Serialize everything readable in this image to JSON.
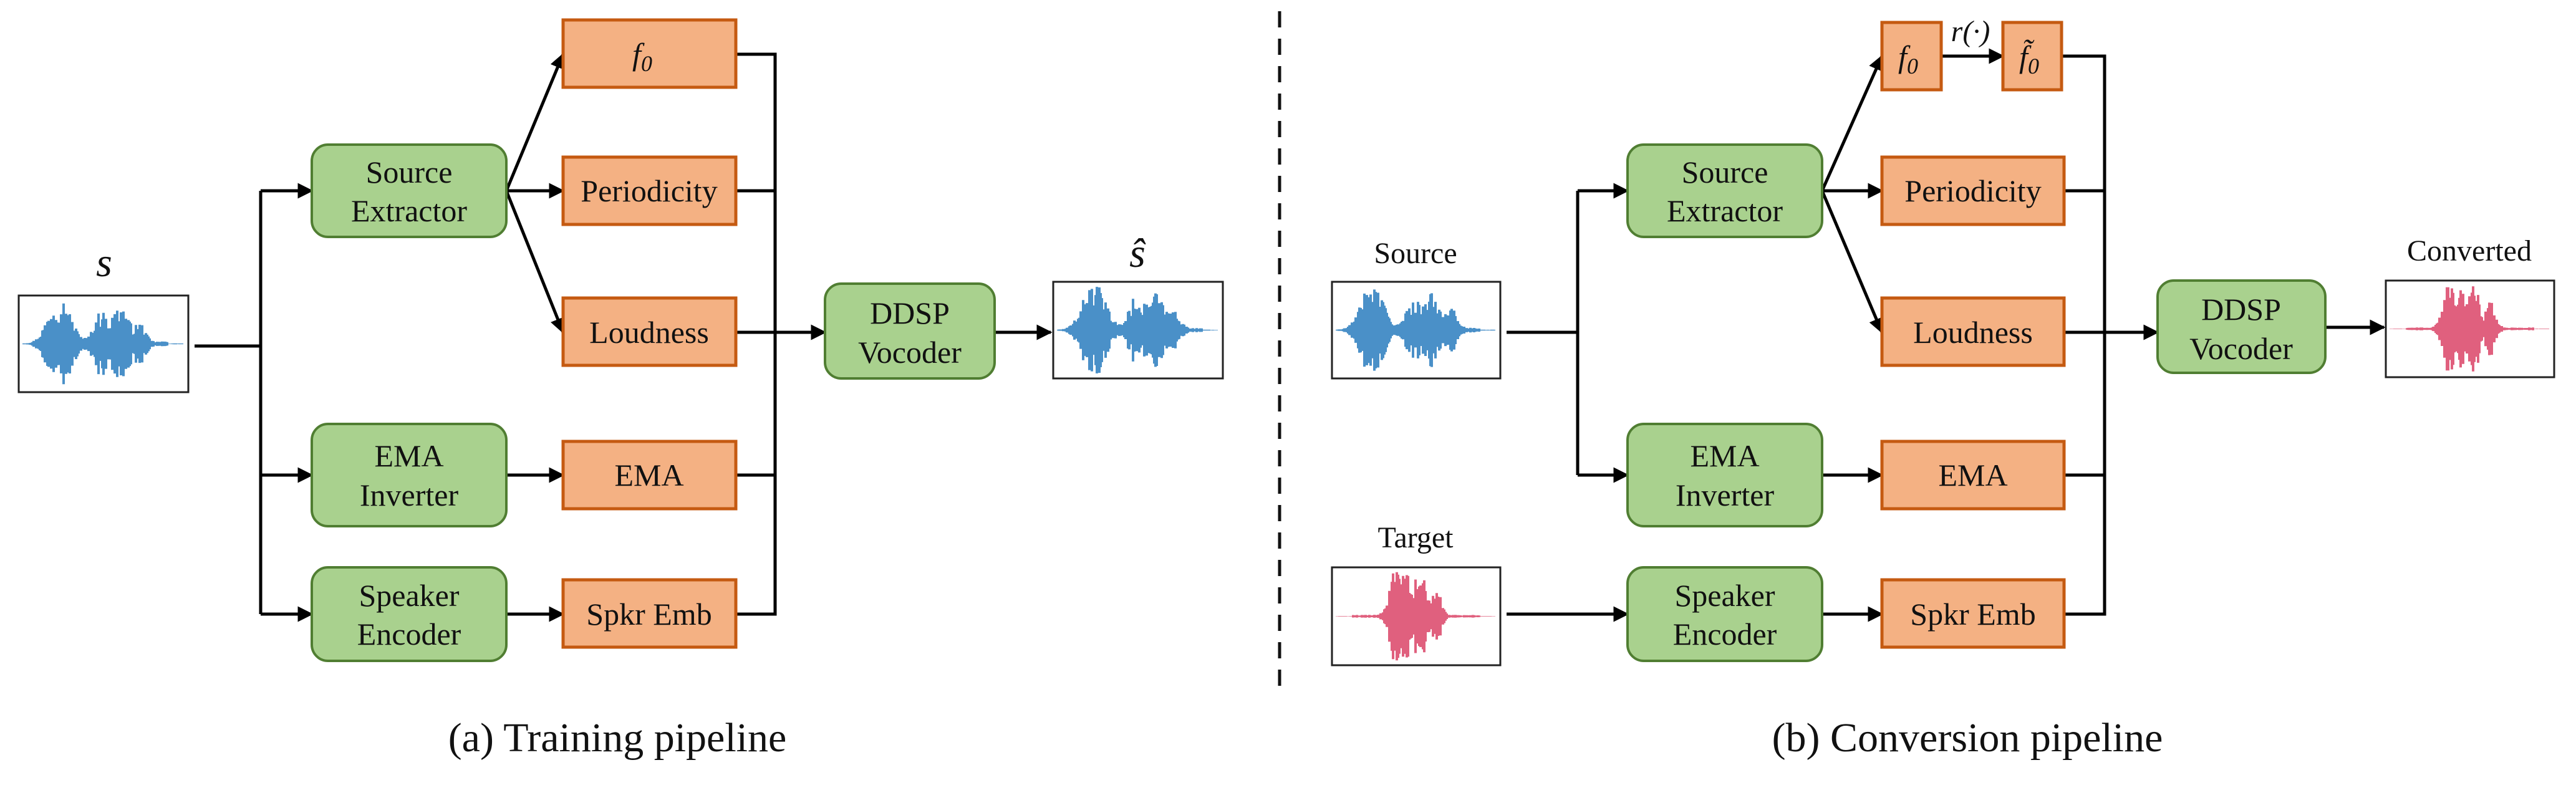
{
  "colors": {
    "module_fill": "#a9d18e",
    "module_border": "#507e32",
    "feature_fill": "#f4b183",
    "feature_border": "#c55a11",
    "source_waveform": "#4a90c8",
    "target_waveform": "#e0607e",
    "divider": "#111111"
  },
  "training": {
    "caption": "(a) Training pipeline",
    "input_label": "s",
    "output_label": "ŝ",
    "source_extractor": [
      "Source",
      "Extractor"
    ],
    "ema_inverter": [
      "EMA",
      "Inverter"
    ],
    "speaker_encoder": [
      "Speaker",
      "Encoder"
    ],
    "f0": {
      "base": "f",
      "sub": "0"
    },
    "periodicity": "Periodicity",
    "loudness": "Loudness",
    "ema": "EMA",
    "spkr_emb": "Spkr Emb",
    "vocoder": [
      "DDSP",
      "Vocoder"
    ]
  },
  "conversion": {
    "caption": "(b) Conversion pipeline",
    "source_label": "Source",
    "target_label": "Target",
    "output_label": "Converted",
    "source_extractor": [
      "Source",
      "Extractor"
    ],
    "ema_inverter": [
      "EMA",
      "Inverter"
    ],
    "speaker_encoder": [
      "Speaker",
      "Encoder"
    ],
    "f0": {
      "base": "f",
      "sub": "0"
    },
    "f0_transformed": {
      "base": "f̃",
      "sub": "0"
    },
    "transform_label": "r(·)",
    "periodicity": "Periodicity",
    "loudness": "Loudness",
    "ema": "EMA",
    "spkr_emb": "Spkr Emb",
    "vocoder": [
      "DDSP",
      "Vocoder"
    ]
  }
}
